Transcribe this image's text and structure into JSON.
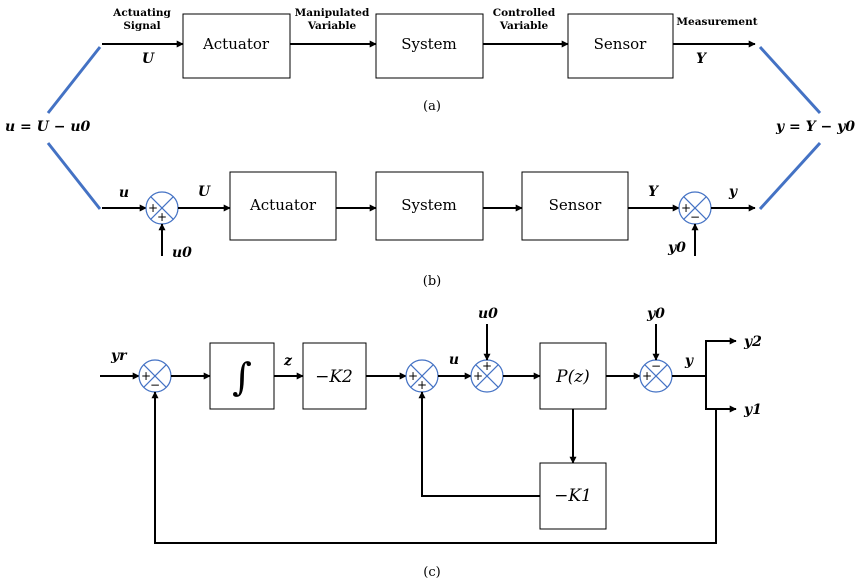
{
  "panel_a": {
    "caption": "(a)",
    "blocks": [
      "Actuator",
      "System",
      "Sensor"
    ],
    "signals": {
      "actuating_line1": "Actuating",
      "actuating_line2": "Signal",
      "manipulated_line1": "Manipulated",
      "manipulated_line2": "Variable",
      "controlled_line1": "Controlled",
      "controlled_line2": "Variable",
      "measurement": "Measurement",
      "input_var": "U",
      "output_var": "Y"
    }
  },
  "panel_b": {
    "caption": "(b)",
    "blocks": [
      "Actuator",
      "System",
      "Sensor"
    ],
    "vars": {
      "u": "u",
      "U": "U",
      "u0": "u0",
      "Y": "Y",
      "y": "y",
      "y0": "y0"
    },
    "signs": {
      "sj1_left": "+",
      "sj1_bottom": "+",
      "sj2_left": "+",
      "sj2_bottom": "−"
    }
  },
  "equations": {
    "left": "u = U − u0",
    "right": "y = Y − y0"
  },
  "panel_c": {
    "caption": "(c)",
    "blocks": {
      "integrator": "∫",
      "k2": "−K2",
      "plant": "P(z)",
      "k1": "−K1"
    },
    "vars": {
      "yr": "yr",
      "z": "z",
      "u0": "u0",
      "u": "u",
      "y0": "y0",
      "y": "y",
      "y2": "y2",
      "y1": "y1"
    },
    "signs": {
      "sj1_left": "+",
      "sj1_bottom": "−",
      "sj2_left": "+",
      "sj2_bottom": "+",
      "sj3_left": "+",
      "sj3_top": "+",
      "sj4_left": "+",
      "sj4_top": "−"
    }
  }
}
